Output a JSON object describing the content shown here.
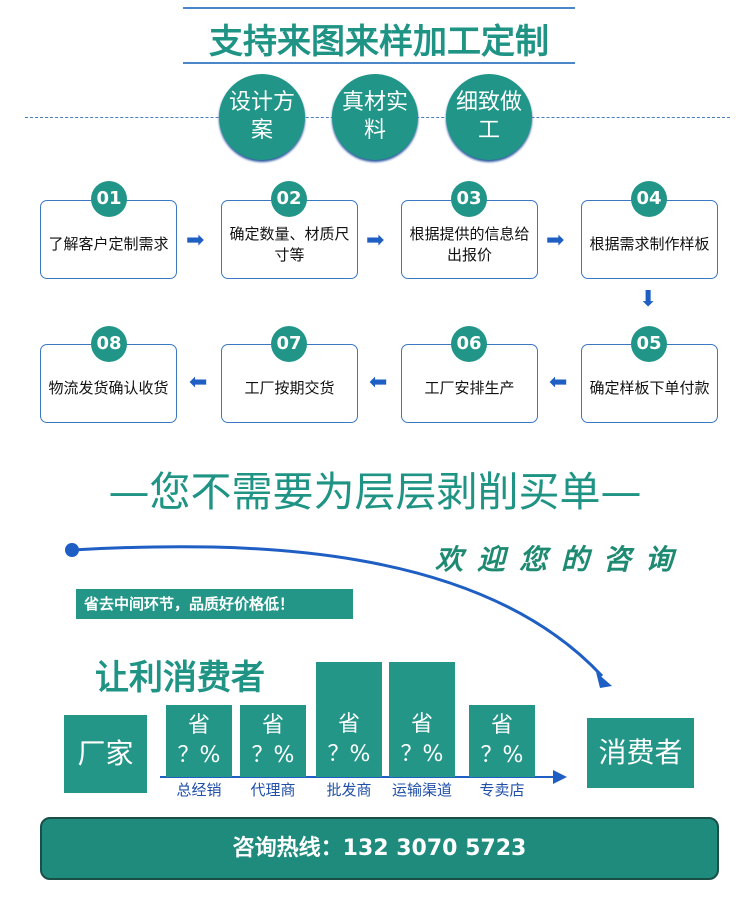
{
  "header": {
    "title": "支持来图来样加工定制"
  },
  "features": [
    {
      "label": "设计方案"
    },
    {
      "label": "真材实料"
    },
    {
      "label": "细致做工"
    }
  ],
  "steps": [
    {
      "num": "01",
      "text": "了解客户定制需求"
    },
    {
      "num": "02",
      "text": "确定数量、材质尺寸等"
    },
    {
      "num": "03",
      "text": "根据提供的信息给出报价"
    },
    {
      "num": "04",
      "text": "根据需求制作样板"
    },
    {
      "num": "05",
      "text": "确定样板下单付款"
    },
    {
      "num": "06",
      "text": "工厂安排生产"
    },
    {
      "num": "07",
      "text": "工厂按期交货"
    },
    {
      "num": "08",
      "text": "物流发货确认收货"
    }
  ],
  "slogan": "—您不需要为层层剥削买单—",
  "welcome": "欢迎您的咨询",
  "banner": "省去中间环节，品质好价格低！",
  "benefit_title": "让利消费者",
  "factory": "厂家",
  "consumer": "消费者",
  "middlemen": [
    {
      "save": "省",
      "pct": "？%",
      "label": "总经销"
    },
    {
      "save": "省",
      "pct": "？%",
      "label": "代理商"
    },
    {
      "save": "省",
      "pct": "？%",
      "label": "批发商"
    },
    {
      "save": "省",
      "pct": "？%",
      "label": "运输渠道"
    },
    {
      "save": "省",
      "pct": "？%",
      "label": "专卖店"
    }
  ],
  "hotline": "咨询热线：132  3070  5723",
  "colors": {
    "teal": "#239688",
    "blue": "#1f5fc4"
  }
}
